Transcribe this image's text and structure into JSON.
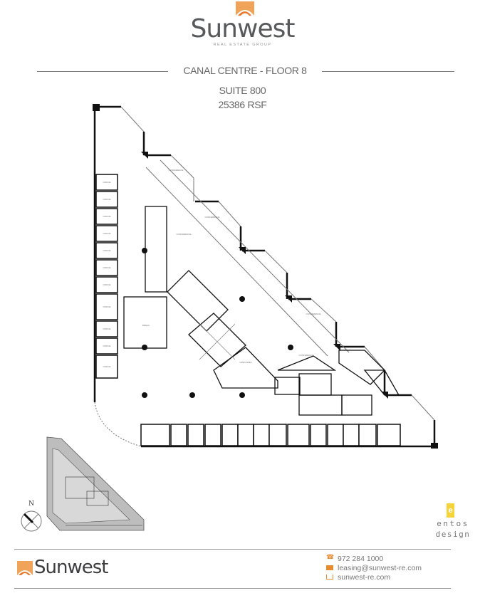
{
  "brand": {
    "name": "Sunwest",
    "tagline": "REAL ESTATE GROUP",
    "accent_color": "#e88b2e",
    "text_color": "#58595b"
  },
  "header": {
    "building_floor": "CANAL CENTRE - FLOOR 8",
    "suite": "SUITE 800",
    "area": "25386 RSF"
  },
  "floorplan": {
    "description": "Triangular floor plan with perimeter offices along west and south walls, conference rooms along the diagonal, core with stairs/elevators",
    "room_types": [
      "OFFICE",
      "CONFERENCE",
      "OPEN AREA",
      "STORAGE",
      "ELEC"
    ],
    "key_plan": {
      "compass_label": "N",
      "icon": "compass-icon"
    }
  },
  "designer": {
    "line1": "entos",
    "line2": "design",
    "icon_letter": "e",
    "color": "#f5d33a"
  },
  "footer": {
    "logo_text": "Sunwest",
    "contact": [
      {
        "icon": "phone-icon",
        "text": "972 284 1000"
      },
      {
        "icon": "email-icon",
        "text": "leasing@sunwest-re.com"
      },
      {
        "icon": "web-icon",
        "text": "sunwest-re.com"
      }
    ]
  }
}
